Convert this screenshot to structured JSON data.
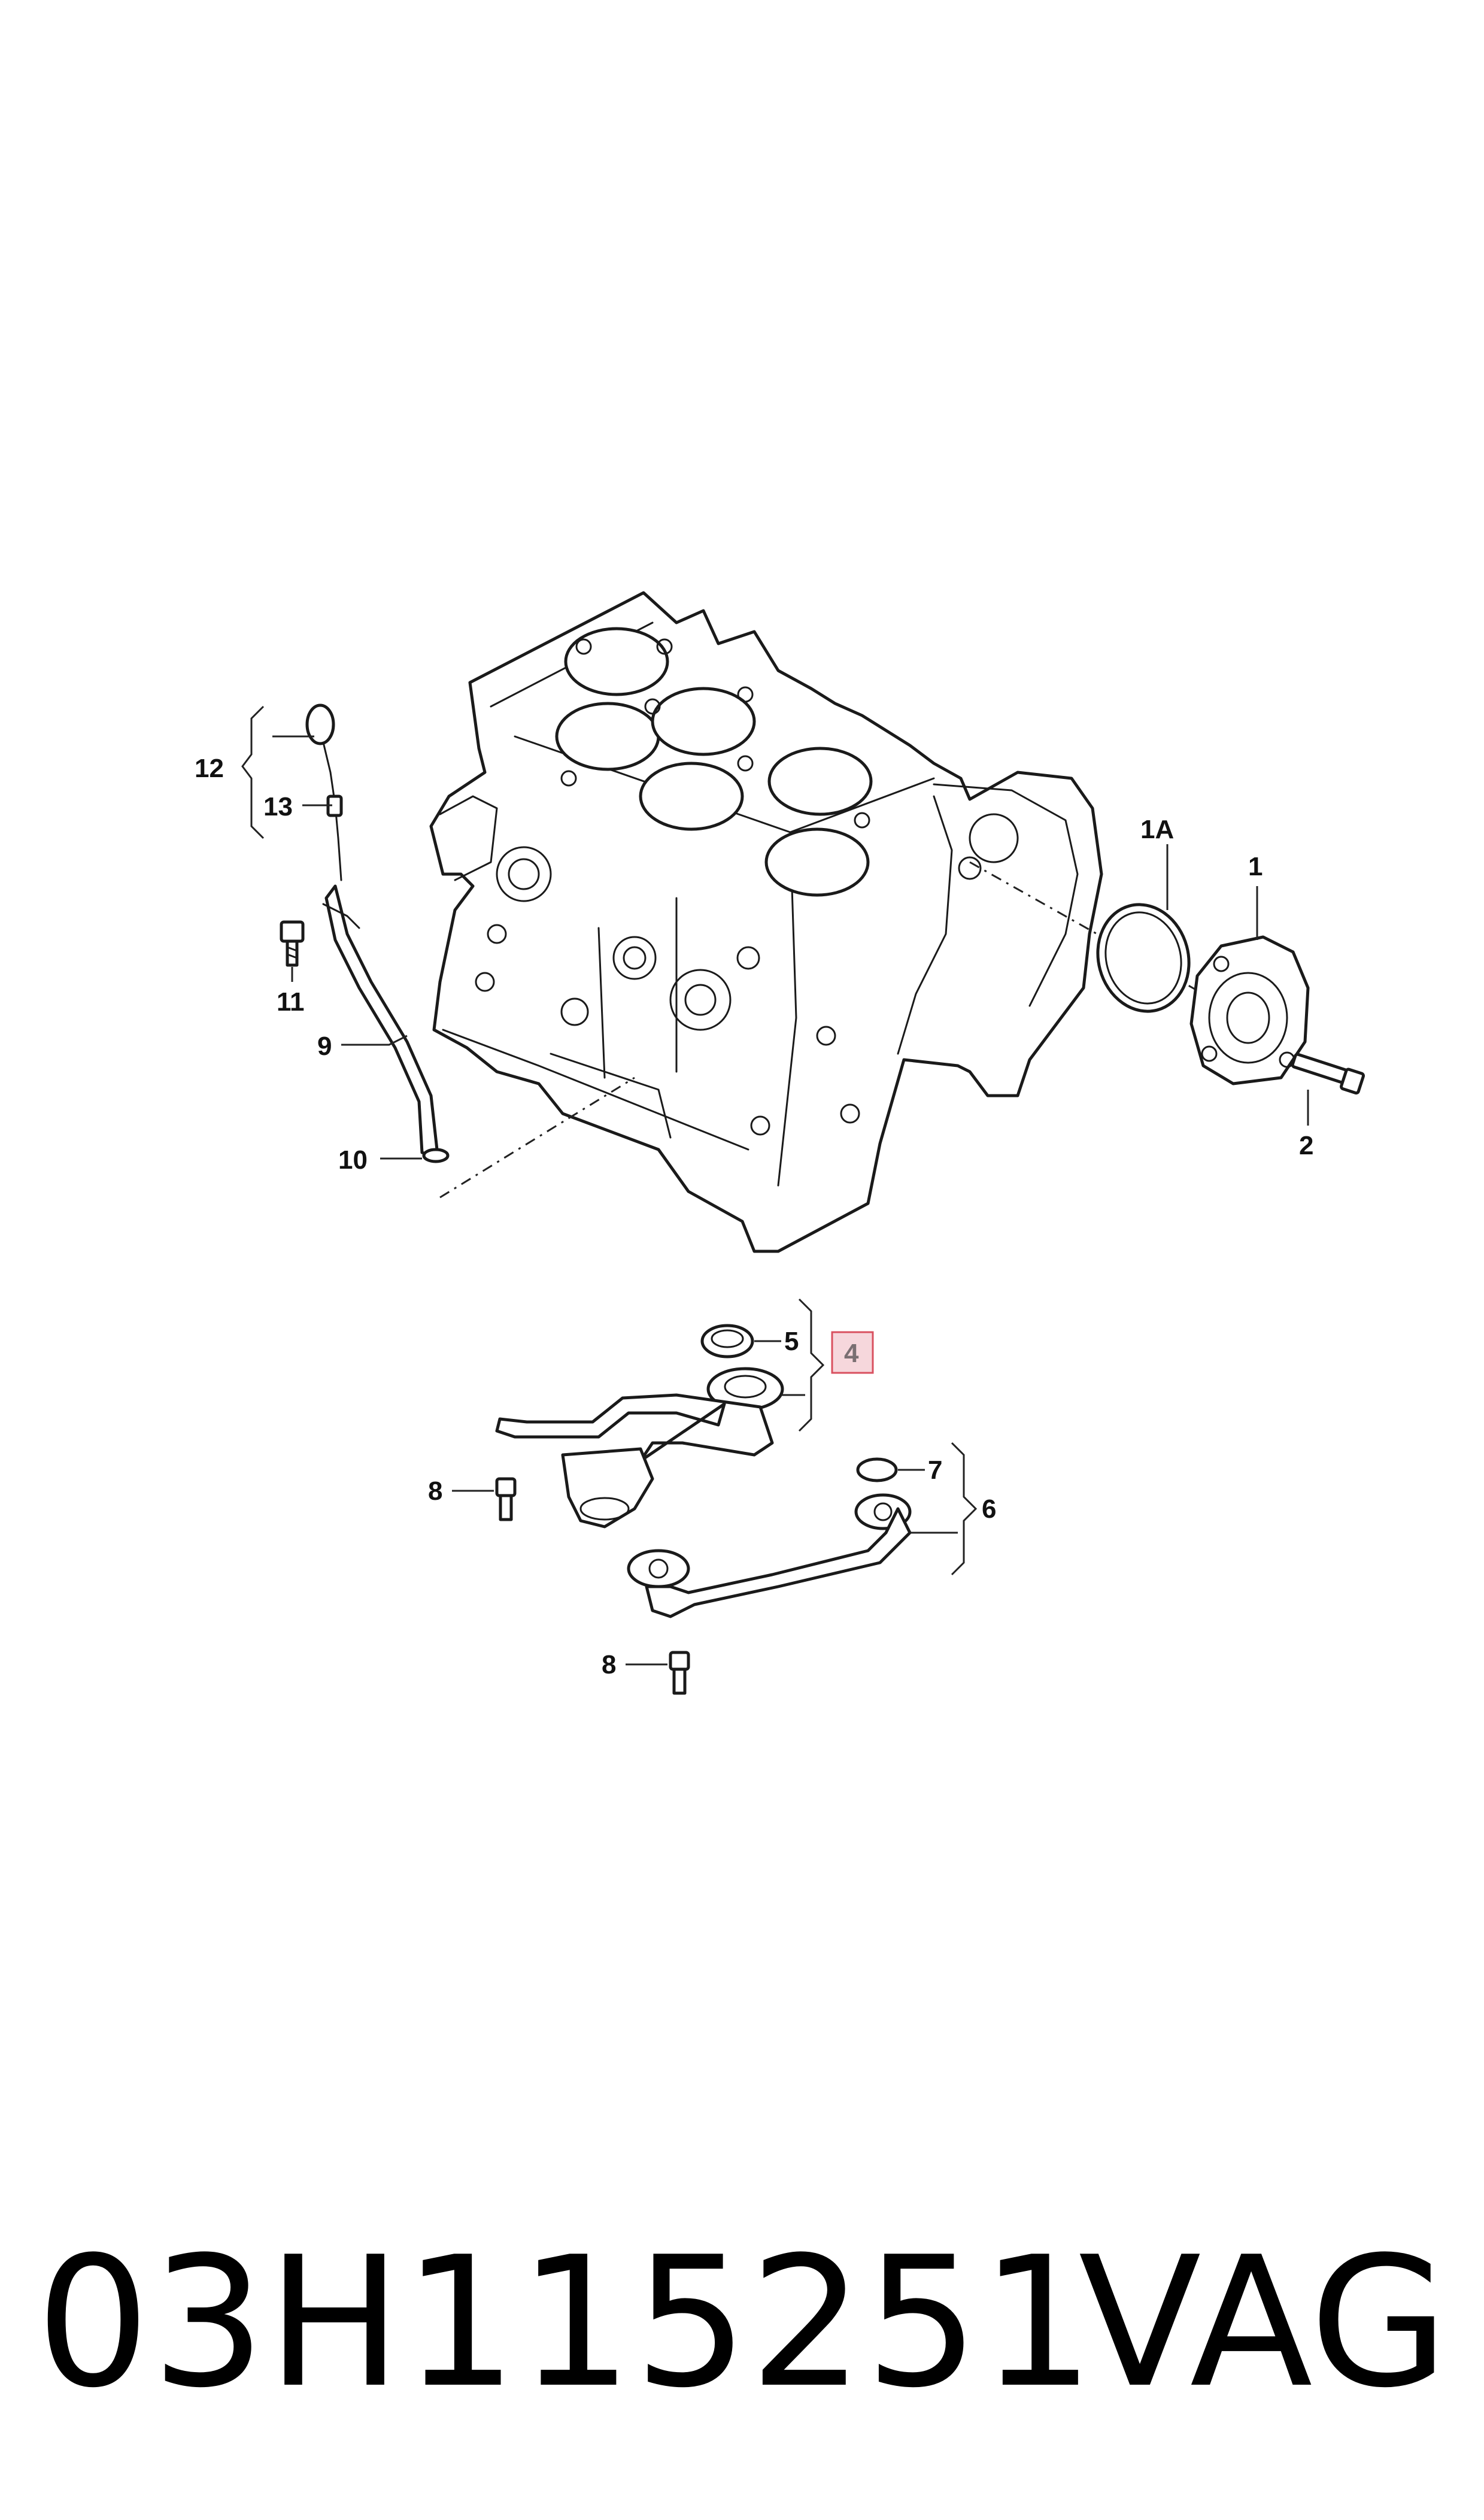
{
  "callouts": {
    "c12": "12",
    "c13": "13",
    "c11": "11",
    "c9": "9",
    "c10": "10",
    "c1A": "1A",
    "c1": "1",
    "c2": "2",
    "c5": "5",
    "c4": "4",
    "c7": "7",
    "c6": "6",
    "c8a": "8",
    "c8b": "8"
  },
  "highlighted_callout": "4",
  "colors": {
    "highlight_fill": "#f6d7dc",
    "highlight_border": "#d9505f",
    "line": "#1a1a1a"
  },
  "footer": {
    "part_number": "03H115251",
    "brand": "VAG"
  }
}
